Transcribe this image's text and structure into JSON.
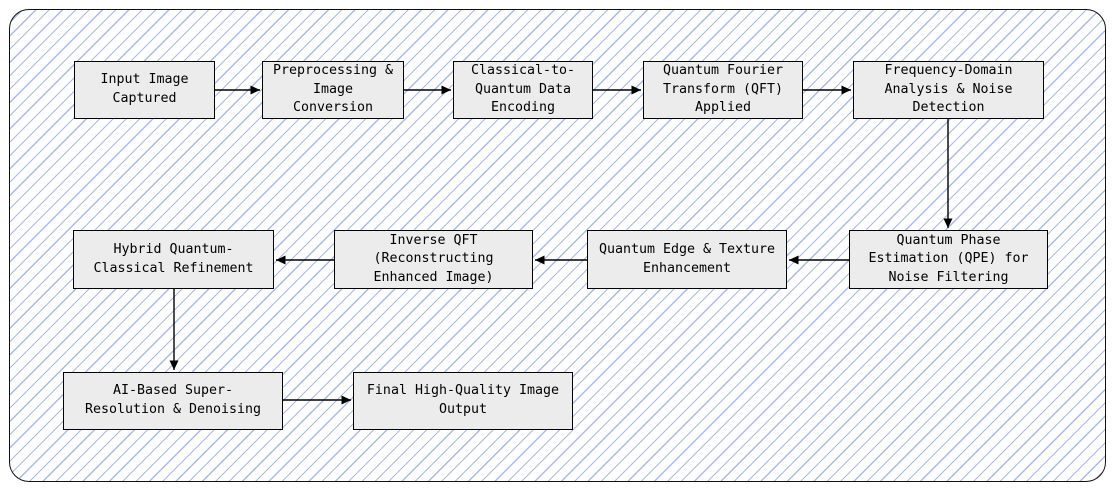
{
  "canvas": {
    "background_color": "#ffffff",
    "frame_border_color": "#111111",
    "hatch_color": "#8aa3e2",
    "node_fill_color": "#ececec",
    "node_border_color": "#000000",
    "text_color": "#000000"
  },
  "diagram": {
    "type": "flowchart",
    "nodes": [
      {
        "id": "input-image-captured",
        "label": "Input Image\nCaptured"
      },
      {
        "id": "preprocessing-image-conversion",
        "label": "Preprocessing &\nImage\nConversion"
      },
      {
        "id": "classical-to-quantum-encoding",
        "label": "Classical-to-\nQuantum Data\nEncoding"
      },
      {
        "id": "quantum-fourier-transform",
        "label": "Quantum Fourier\nTransform (QFT)\nApplied"
      },
      {
        "id": "frequency-domain-analysis",
        "label": "Frequency-Domain\nAnalysis & Noise\nDetection"
      },
      {
        "id": "quantum-phase-estimation",
        "label": "Quantum Phase\nEstimation (QPE) for\nNoise Filtering"
      },
      {
        "id": "quantum-edge-texture",
        "label": "Quantum Edge & Texture\nEnhancement"
      },
      {
        "id": "inverse-qft",
        "label": "Inverse QFT\n(Reconstructing\nEnhanced Image)"
      },
      {
        "id": "hybrid-refinement",
        "label": "Hybrid Quantum-\nClassical Refinement"
      },
      {
        "id": "ai-super-resolution",
        "label": "AI-Based Super-\nResolution & Denoising"
      },
      {
        "id": "final-output",
        "label": "Final High-Quality Image\nOutput"
      }
    ],
    "edges": [
      {
        "from": "input-image-captured",
        "to": "preprocessing-image-conversion"
      },
      {
        "from": "preprocessing-image-conversion",
        "to": "classical-to-quantum-encoding"
      },
      {
        "from": "classical-to-quantum-encoding",
        "to": "quantum-fourier-transform"
      },
      {
        "from": "quantum-fourier-transform",
        "to": "frequency-domain-analysis"
      },
      {
        "from": "frequency-domain-analysis",
        "to": "quantum-phase-estimation"
      },
      {
        "from": "quantum-phase-estimation",
        "to": "quantum-edge-texture"
      },
      {
        "from": "quantum-edge-texture",
        "to": "inverse-qft"
      },
      {
        "from": "inverse-qft",
        "to": "hybrid-refinement"
      },
      {
        "from": "hybrid-refinement",
        "to": "ai-super-resolution"
      },
      {
        "from": "ai-super-resolution",
        "to": "final-output"
      }
    ]
  }
}
